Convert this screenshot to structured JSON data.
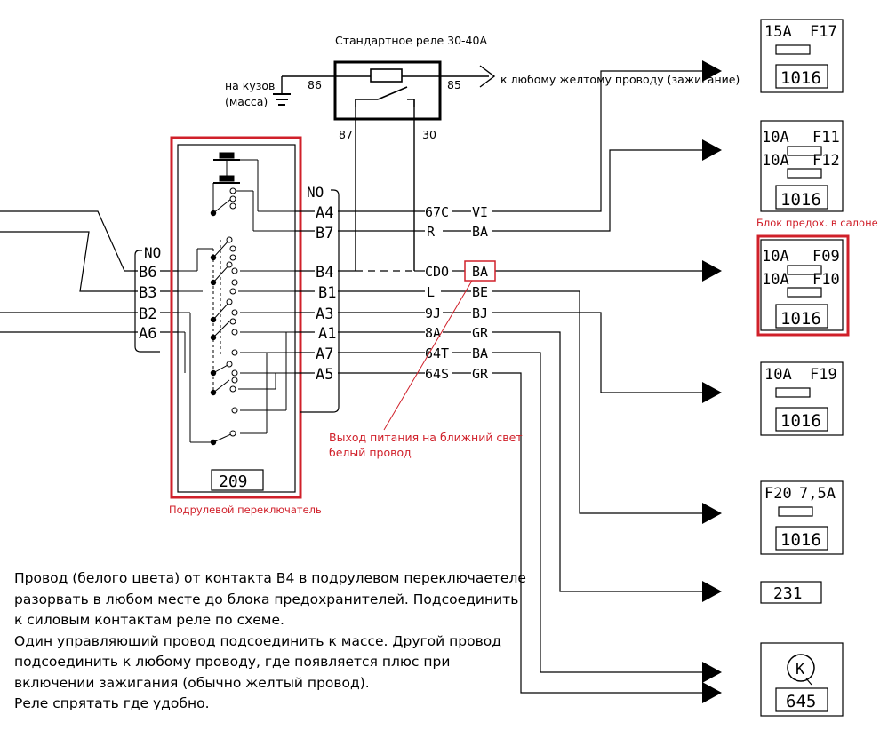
{
  "relay": {
    "title": "Стандартное реле 30-40А",
    "ground_label_1": "на кузов",
    "ground_label_2": "(масса)",
    "pin_86": "86",
    "pin_85": "85",
    "pin_87": "87",
    "pin_30": "30",
    "ignition_label": "к любому желтому проводу (зажигание)"
  },
  "switch": {
    "code": "209",
    "caption": "Подрулевой переключатель",
    "right_no": "NO",
    "left_no": "NO",
    "left_pins": [
      "B6",
      "B3",
      "B2",
      "A6"
    ],
    "right_pins": [
      "A4",
      "B7",
      "B4",
      "B1",
      "A3",
      "A1",
      "A7",
      "A5"
    ]
  },
  "wires": [
    {
      "code": "67C",
      "color": "VI"
    },
    {
      "code": "R",
      "color": "BA"
    },
    {
      "code": "CDO",
      "color": "BA"
    },
    {
      "code": "L",
      "color": "BE"
    },
    {
      "code": "9J",
      "color": "BJ"
    },
    {
      "code": "8A",
      "color": "GR"
    },
    {
      "code": "64T",
      "color": "BA"
    },
    {
      "code": "64S",
      "color": "GR"
    }
  ],
  "annotation": {
    "line1": "Выход питания на ближний свет",
    "line2": "белый провод"
  },
  "fuse_boxes": [
    {
      "amp1": "15A",
      "fuse1": "F17",
      "code": "1016"
    },
    {
      "amp1": "10A",
      "fuse1": "F11",
      "amp2": "10A",
      "fuse2": "F12",
      "code": "1016"
    },
    {
      "amp1": "10A",
      "fuse1": "F09",
      "amp2": "10A",
      "fuse2": "F10",
      "code": "1016"
    },
    {
      "amp1": "10A",
      "fuse1": "F19",
      "code": "1016"
    },
    {
      "amp1": "F20",
      "fuse1": "7,5A",
      "code": "1016"
    }
  ],
  "cabin_fuse_label": "Блок предох. в салоне",
  "connector_231": "231",
  "relay_645": {
    "code": "645",
    "symbol": "K"
  },
  "colors": {
    "accent_red": "#d0202a",
    "line": "#000000"
  },
  "note": {
    "lines": [
      "Провод (белого цвета) от контакта В4 в подрулевом переключаетеле",
      "разорвать в любом месте до блока предохранителей. Подсоединить",
      "к силовым контактам реле по схеме.",
      "Один управляющий провод подсоединить к массе. Другой провод",
      "подсоединить к любому проводу, где появляется плюс при",
      "включении зажигания (обычно желтый провод).",
      "Реле спрятать где удобно."
    ]
  }
}
